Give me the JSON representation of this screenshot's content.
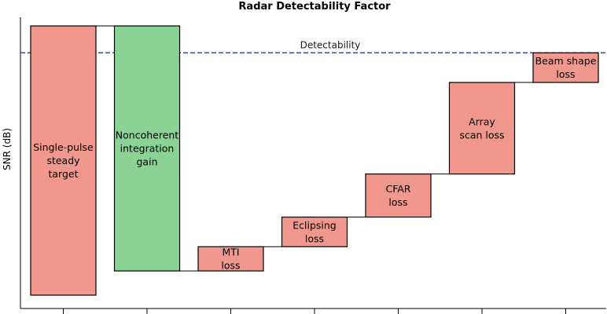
{
  "chart_data": {
    "type": "bar",
    "title": "Radar Detectability Factor",
    "xlabel": "",
    "ylabel": "SNR (dB)",
    "ylim": [
      0,
      100
    ],
    "grid": false,
    "legend": "none",
    "detectability_label": "Detectability",
    "detectability_value": 90,
    "colors": {
      "loss": "#f0988e",
      "gain": "#8bd295",
      "edge": "#000000",
      "detectability": "#1f4fd6",
      "connector": "#000000"
    },
    "bars": [
      {
        "label": [
          "Single-pulse",
          "steady",
          "target"
        ],
        "low": 0,
        "high": 100,
        "kind": "loss"
      },
      {
        "label": [
          "Noncoherent",
          "integration",
          "gain"
        ],
        "low": 9,
        "high": 100,
        "kind": "gain"
      },
      {
        "label": [
          "MTI",
          "loss"
        ],
        "low": 9,
        "high": 18,
        "kind": "loss"
      },
      {
        "label": [
          "Eclipsing",
          "loss"
        ],
        "low": 18,
        "high": 29,
        "kind": "loss"
      },
      {
        "label": [
          "CFAR",
          "loss"
        ],
        "low": 29,
        "high": 45,
        "kind": "loss"
      },
      {
        "label": [
          "Array",
          "scan loss"
        ],
        "low": 45,
        "high": 79,
        "kind": "loss"
      },
      {
        "label": [
          "Beam shape",
          "loss"
        ],
        "low": 79,
        "high": 90,
        "kind": "loss"
      }
    ]
  }
}
